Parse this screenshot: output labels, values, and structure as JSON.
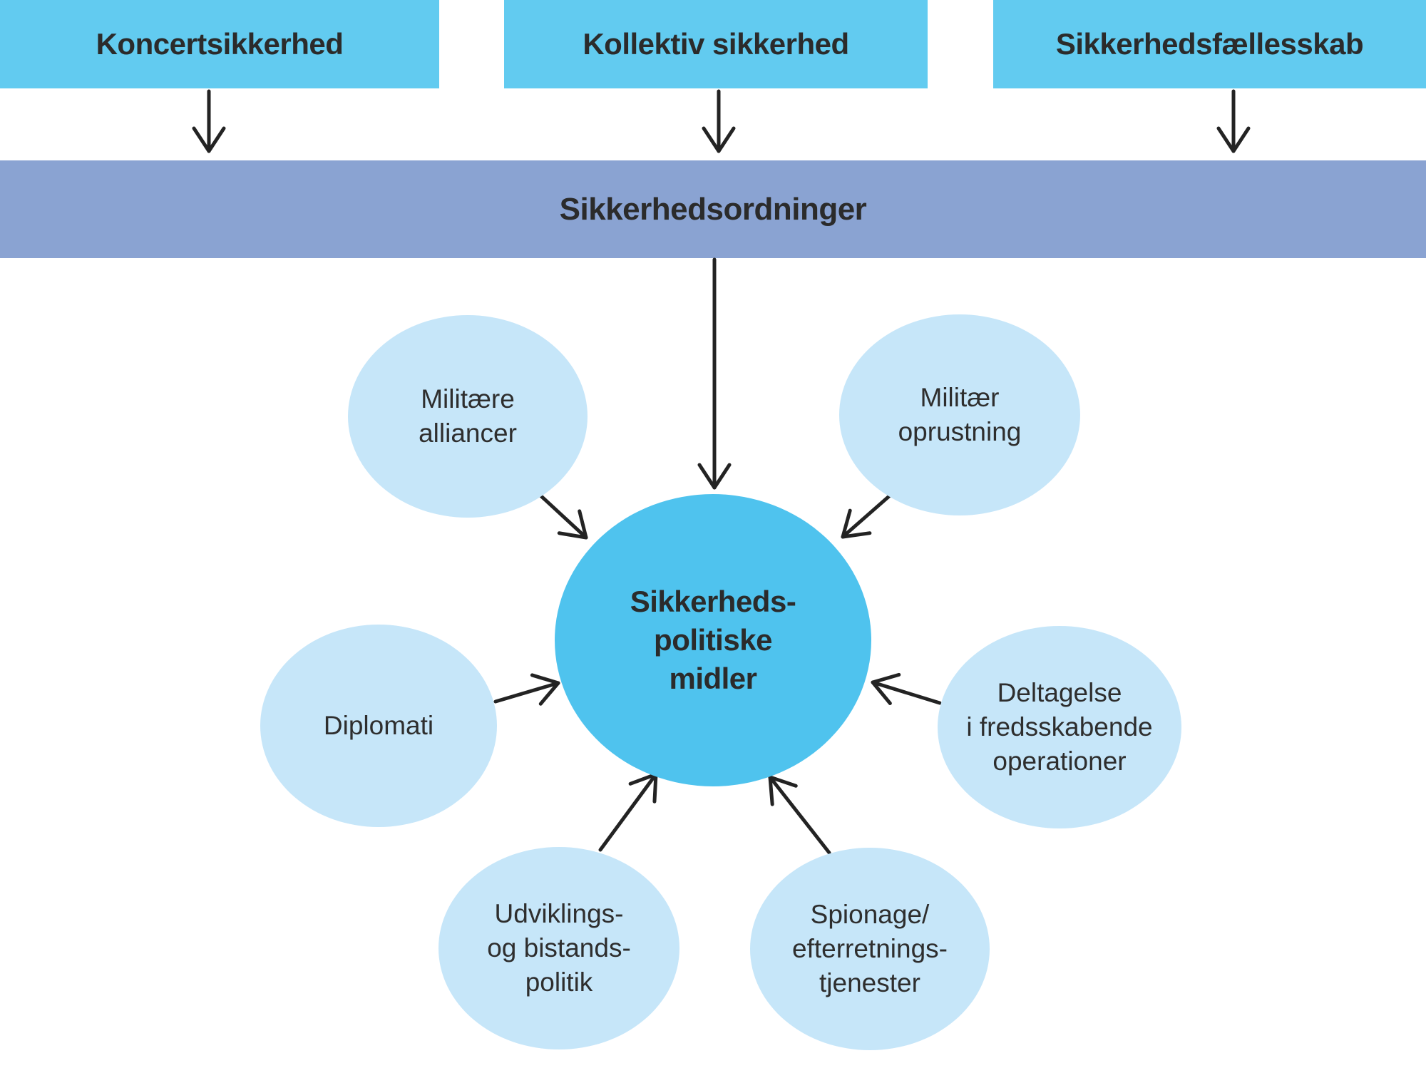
{
  "diagram": {
    "top_boxes": [
      {
        "label": "Koncertsikkerhed"
      },
      {
        "label": "Kollektiv sikkerhed"
      },
      {
        "label": "Sikkerhedsfællesskab"
      }
    ],
    "bar": {
      "label": "Sikkerhedsordninger"
    },
    "center_circle": {
      "lines": [
        "Sikkerheds-",
        "politiske",
        "midler"
      ]
    },
    "satellites": [
      {
        "id": "militaere-alliancer",
        "lines": [
          "Militære",
          "alliancer"
        ]
      },
      {
        "id": "militaer-oprustning",
        "lines": [
          "Militær",
          "oprustning"
        ]
      },
      {
        "id": "diplomati",
        "lines": [
          "Diplomati"
        ]
      },
      {
        "id": "deltagelse-fredsskabende",
        "lines": [
          "Deltagelse",
          "i fredsskabende",
          "operationer"
        ]
      },
      {
        "id": "udviklings-bistandspolitik",
        "lines": [
          "Udviklings-",
          "og bistands-",
          "politik"
        ]
      },
      {
        "id": "spionage-efterretning",
        "lines": [
          "Spionage/",
          "efterretnings-",
          "tjenester"
        ]
      }
    ],
    "colors": {
      "box_blue": "#62cbf0",
      "bar_blue": "#8aa3d2",
      "circle_blue": "#4fc3ee",
      "ellipse_blue": "#c6e6f9",
      "arrow_color": "#232323",
      "heading_text": "#2b2b2b",
      "ellipse_text": "#2e2e2e"
    }
  }
}
